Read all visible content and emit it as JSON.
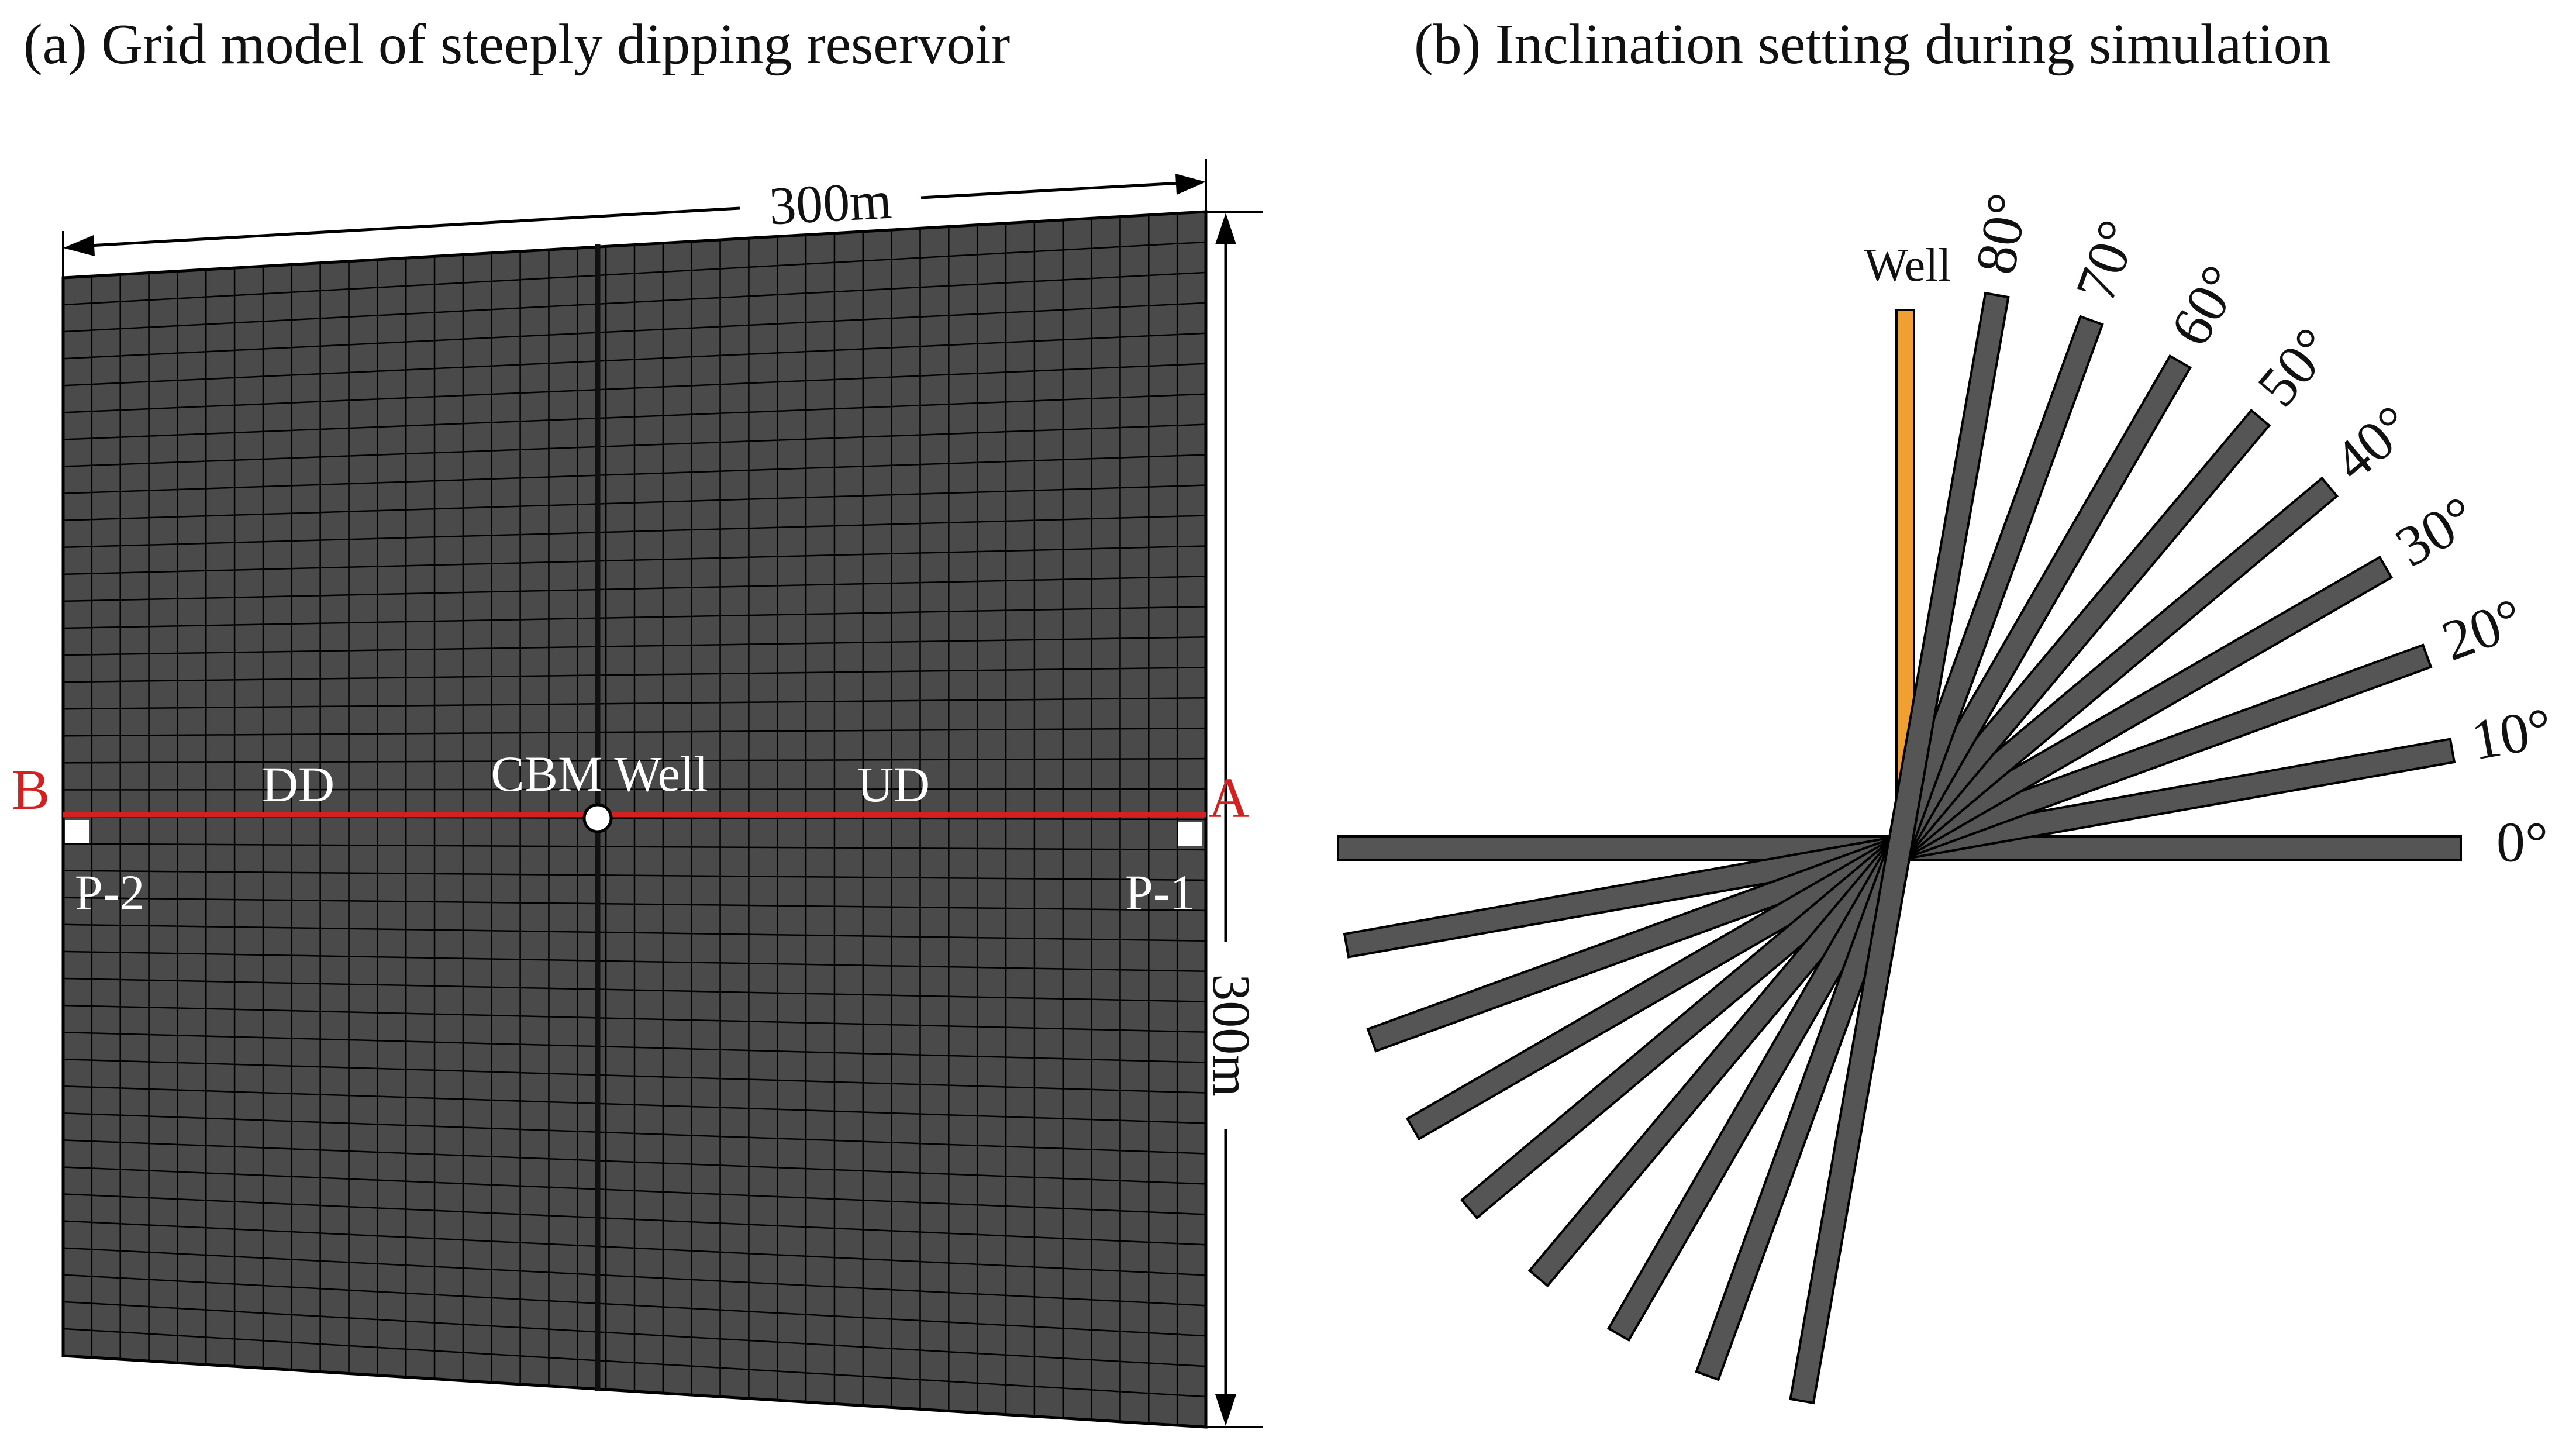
{
  "panel_a": {
    "title": "(a) Grid model of steeply dipping reservoir",
    "width_label": "300m",
    "height_label": "300m",
    "label_b": "B",
    "label_a": "A",
    "label_dd": "DD",
    "label_ud": "UD",
    "label_well": "CBM Well",
    "label_p2": "P-2",
    "label_p1": "P-1",
    "grid_rows": 40,
    "grid_cols": 40
  },
  "panel_b": {
    "title": "(b) Inclination setting during simulation",
    "well_label": "Well",
    "angles": [
      0,
      10,
      20,
      30,
      40,
      50,
      60,
      70,
      80
    ],
    "angle_labels": [
      "0°",
      "10°",
      "20°",
      "30°",
      "40°",
      "50°",
      "60°",
      "70°",
      "80°"
    ]
  },
  "colors": {
    "grid_fill": "#4a4a4a",
    "grid_line": "#000000",
    "section_line": "#d32020",
    "label_red": "#d32020",
    "bar_fill": "#555555",
    "well_fill": "#f0a030"
  }
}
